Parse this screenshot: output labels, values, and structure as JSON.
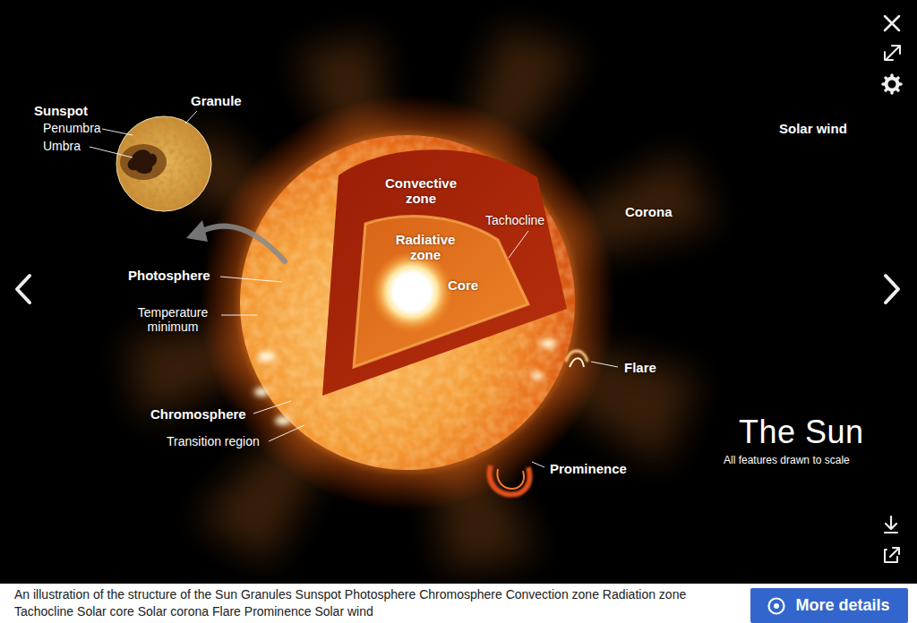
{
  "diagram": {
    "title": "The Sun",
    "caption": "An illustration of the structure of the Sun Granules Sunspot Photosphere Chromosphere Convection zone Radiation zone Tachocline Solar core Solar corona Flare Prominence Solar wind",
    "nodes": [
      {
        "text": [
          "More details"
        ]
      }
    ],
    "labels": [
      "Sunspot",
      "Penumbra",
      "Umbra",
      "Granule",
      "Convective zone",
      "Tachocline",
      "Radiative zone",
      "Core",
      "Photosphere",
      "Temperature minimum",
      "Chromosphere",
      "Transition region",
      "Flare",
      "Prominence",
      "Corona",
      "Solar wind",
      "All features drawn to scale"
    ]
  }
}
